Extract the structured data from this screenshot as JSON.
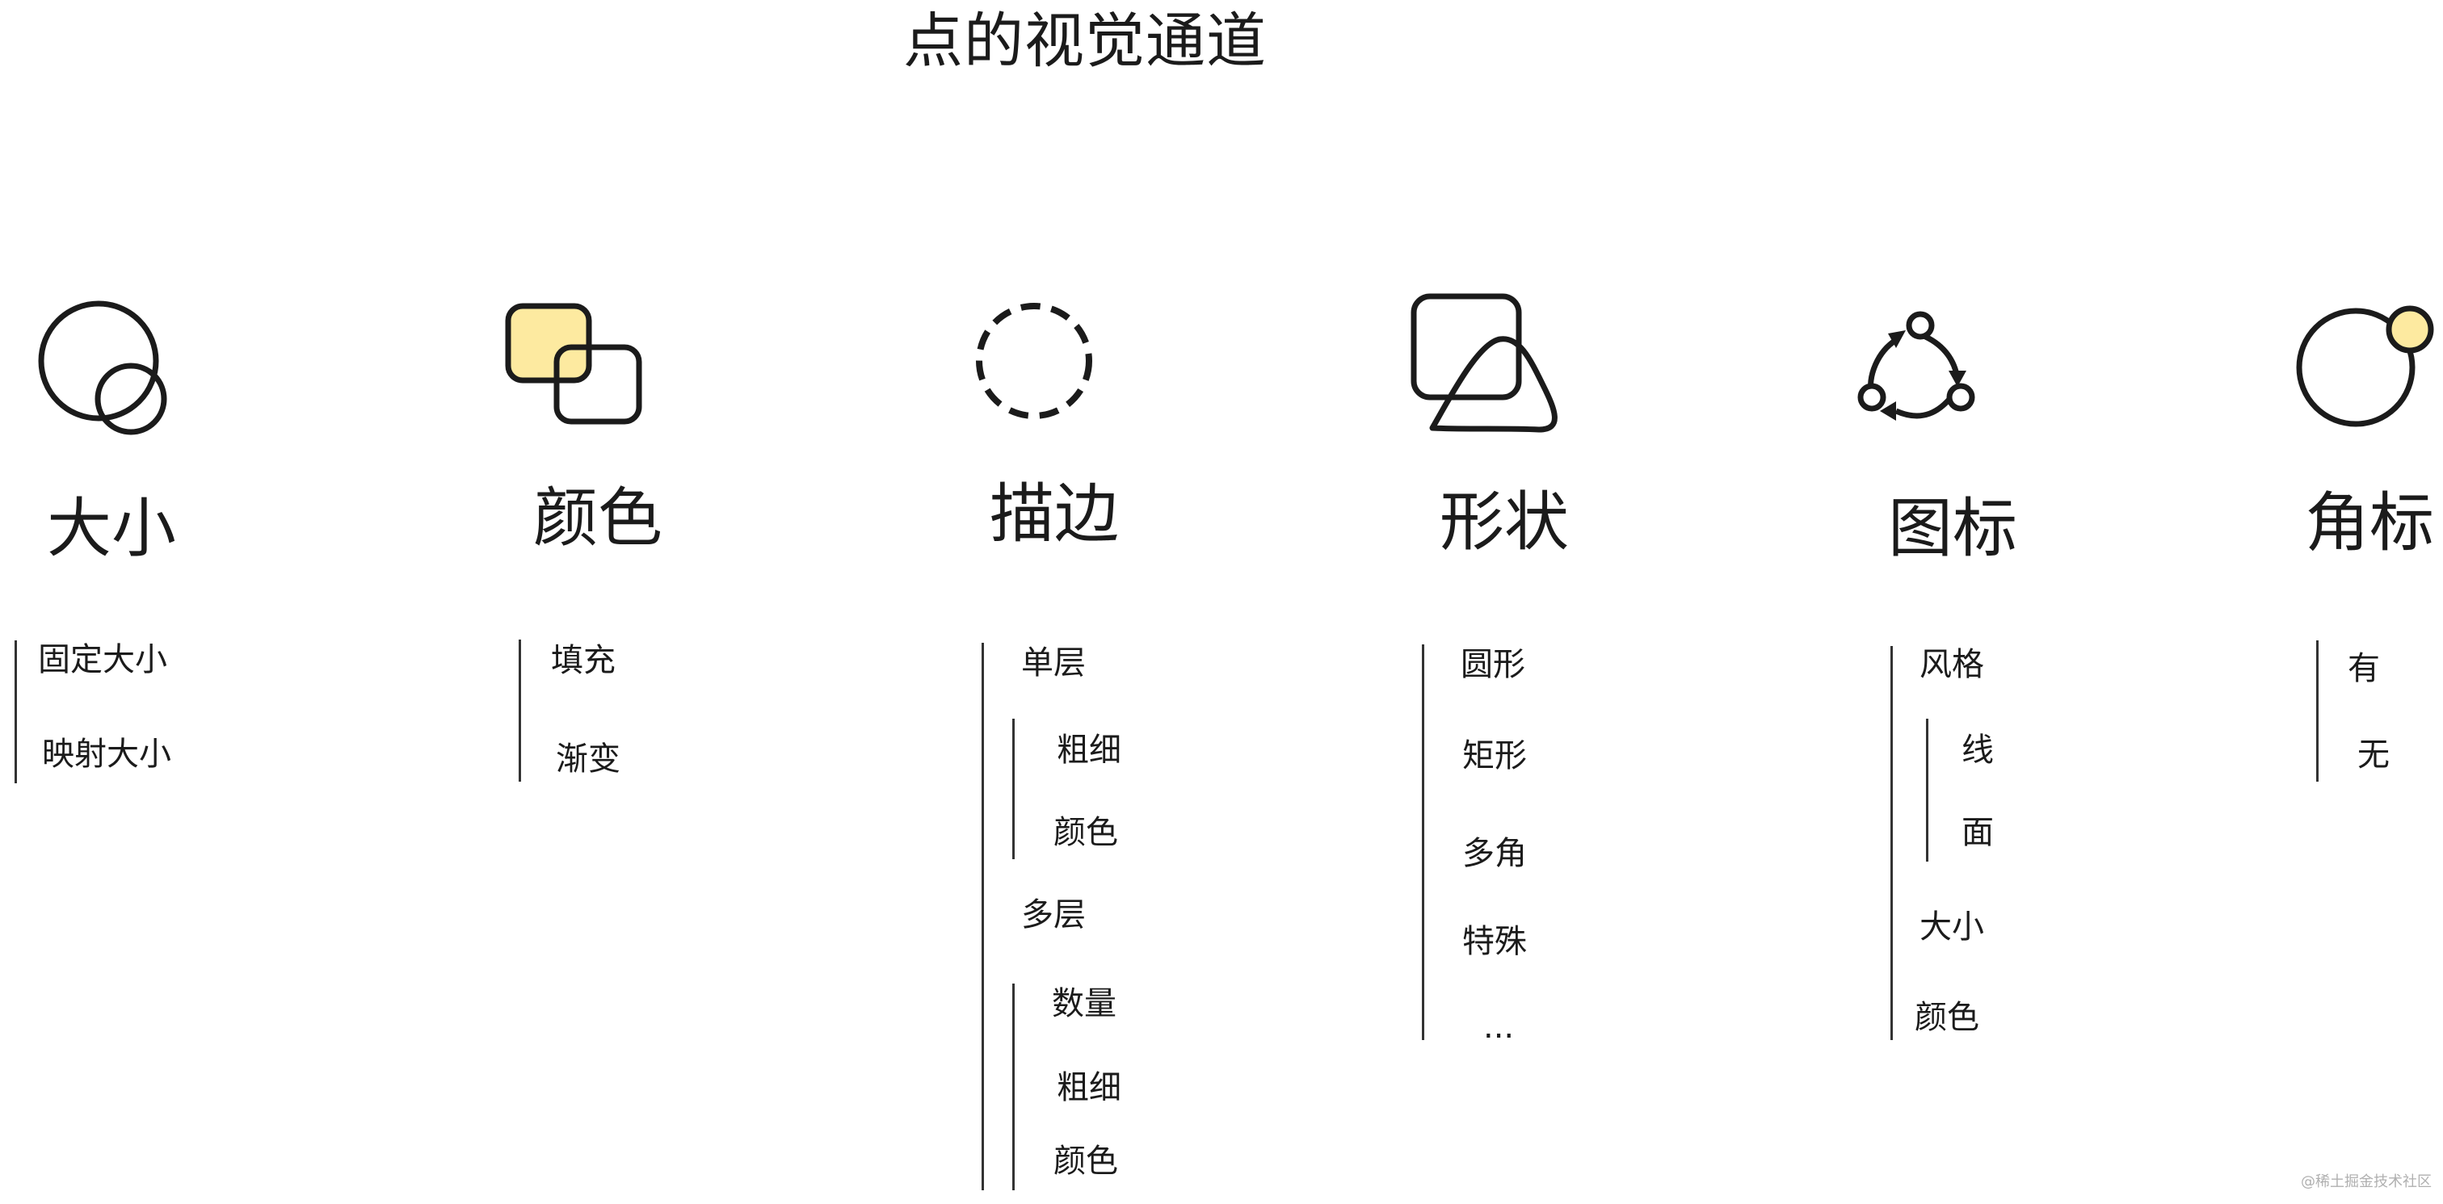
{
  "title": "点的视觉通道",
  "categories": [
    {
      "name": "大小",
      "icon": "overlapping-circles-icon",
      "items": [
        "固定大小",
        "映射大小"
      ]
    },
    {
      "name": "颜色",
      "icon": "overlapping-squares-icon",
      "items": [
        "填充",
        "渐变"
      ]
    },
    {
      "name": "描边",
      "icon": "dashed-circle-icon",
      "items": [
        {
          "label": "单层",
          "sub": [
            "粗细",
            "颜色"
          ]
        },
        {
          "label": "多层",
          "sub": [
            "数量",
            "粗细",
            "颜色"
          ]
        }
      ]
    },
    {
      "name": "形状",
      "icon": "square-triangle-icon",
      "items": [
        "圆形",
        "矩形",
        "多角",
        "特殊",
        "..."
      ]
    },
    {
      "name": "图标",
      "icon": "cycle-arrows-icon",
      "items": [
        {
          "label": "风格",
          "sub": [
            "线",
            "面"
          ]
        },
        "大小",
        "颜色"
      ]
    },
    {
      "name": "角标",
      "icon": "circle-badge-icon",
      "items": [
        "有",
        "无"
      ]
    }
  ],
  "colors": {
    "stroke": "#1b1b1b",
    "highlight": "#fdeaa0"
  },
  "watermark": "@稀土掘金技术社区"
}
